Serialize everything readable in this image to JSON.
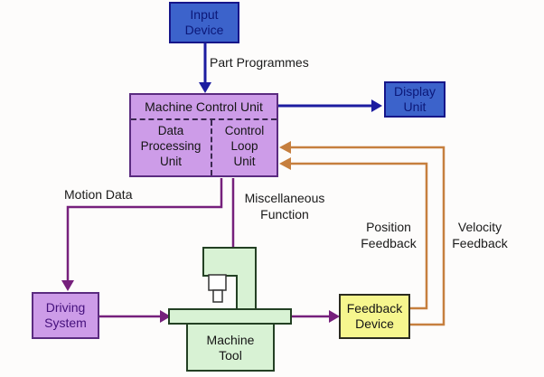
{
  "colors": {
    "bg": "#fdfcfb",
    "blue-fill": "#3c63cb",
    "blue-border": "#16168a",
    "blue-text": "#0c1878",
    "line-blue": "#1c1ca0",
    "purple-fill": "#cd9ce8",
    "purple-border": "#5b2b80",
    "purple-text": "#44107c",
    "line-purple": "#76207c",
    "dash-color": "#3a2850",
    "green-fill": "#d8f2d4",
    "green-border": "#234023",
    "yellow-fill": "#f6f68e",
    "yellow-border": "#2b2b20",
    "line-orange": "#c67f3e",
    "text-dark": "#151515"
  },
  "nodes": {
    "input_device": "Input\nDevice",
    "machine_control_unit": "Machine Control Unit",
    "data_processing_unit": "Data\nProcessing\nUnit",
    "control_loop_unit": "Control\nLoop\nUnit",
    "display_unit": "Display\nUnit",
    "driving_system": "Driving\nSystem",
    "machine_tool": "Machine\nTool",
    "feedback_device": "Feedback\nDevice"
  },
  "edge_labels": {
    "part_programmes": "Part Programmes",
    "motion_data": "Motion Data",
    "miscellaneous_function": "Miscellaneous\nFunction",
    "position_feedback": "Position\nFeedback",
    "velocity_feedback": "Velocity\nFeedback"
  }
}
